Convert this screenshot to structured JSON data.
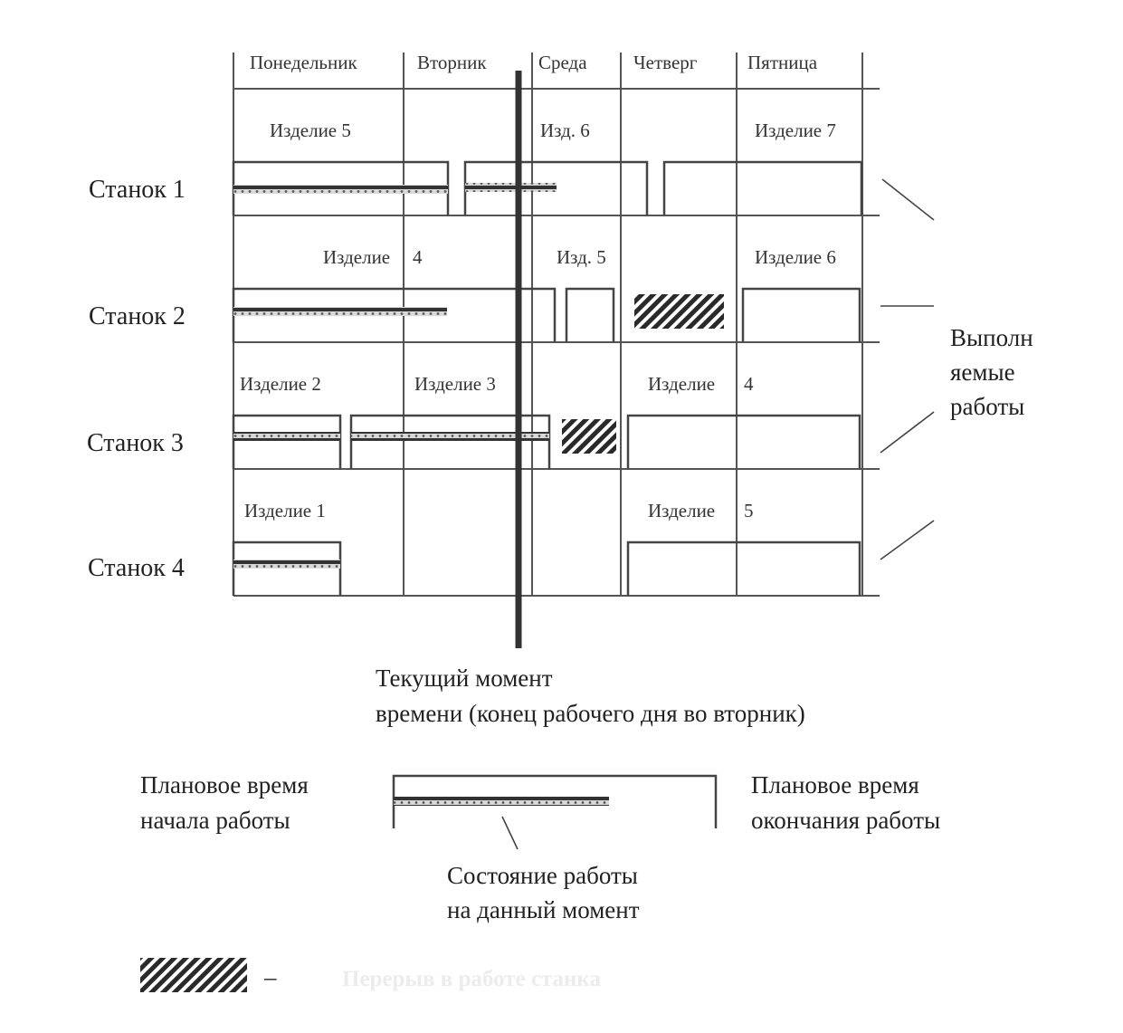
{
  "days": [
    "Понедельник",
    "Вторник",
    "Среда",
    "Четверг",
    "Пятница"
  ],
  "machines": [
    "Станок  1",
    "Станок 2",
    "Станок 3",
    "Станок 4"
  ],
  "product_labels": [
    {
      "row": 0,
      "text": "Изделие  5"
    },
    {
      "row": 0,
      "text": "Изд. 6"
    },
    {
      "row": 0,
      "text": "Изделие 7"
    },
    {
      "row": 1,
      "text": "Изделие"
    },
    {
      "row": 1,
      "text": "4"
    },
    {
      "row": 1,
      "text": "Изд. 5"
    },
    {
      "row": 1,
      "text": "Изделие 6"
    },
    {
      "row": 2,
      "text": "Изделие 2"
    },
    {
      "row": 2,
      "text": "Изделие 3"
    },
    {
      "row": 2,
      "text": "Изделие"
    },
    {
      "row": 2,
      "text": "4"
    },
    {
      "row": 3,
      "text": "Изделие 1"
    },
    {
      "row": 3,
      "text": "Изделие"
    },
    {
      "row": 3,
      "text": "5"
    }
  ],
  "side_label": [
    "Выполн",
    "яемые",
    "работы"
  ],
  "current_moment_label": [
    "Текущий момент",
    "времени (конец рабочего дня во вторник)"
  ],
  "legend": {
    "planned_start": [
      "Плановое время",
      "начала работы"
    ],
    "planned_end": [
      "Плановое время",
      "окончания работы"
    ],
    "status_now": [
      "Состояние работы",
      "на данный момент"
    ],
    "hatch_dash": "–",
    "hatch_caption": "Перерыв в работе станка"
  }
}
